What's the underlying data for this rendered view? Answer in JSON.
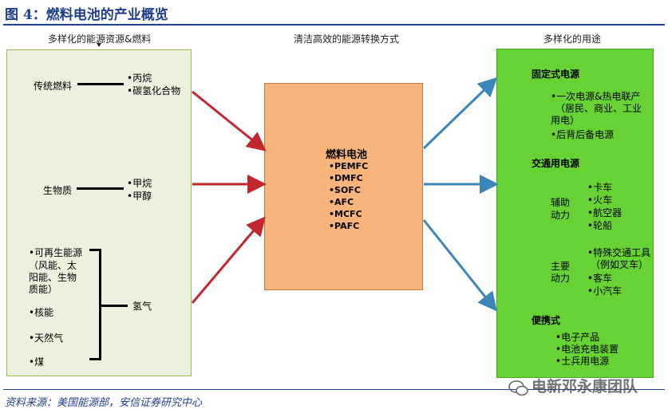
{
  "title": "图 4：燃料电池的产业概览",
  "columns": {
    "left": "多样化的能源资源&燃料",
    "middle": "清洁高效的能源转换方式",
    "right": "多样化的用途"
  },
  "left": {
    "traditional": {
      "label": "传统燃料",
      "items": [
        "•丙烷",
        "•碳氢化合物"
      ]
    },
    "biomass": {
      "label": "生物质",
      "items": [
        "•甲烷",
        "•甲醇"
      ]
    },
    "sources": {
      "renewable": [
        "•可再生能源",
        "（风能、太",
        "阳能、生物",
        "质能）"
      ],
      "nuclear": "•核能",
      "gas": "•天然气",
      "coal": "•煤"
    },
    "hydrogen": "氢气"
  },
  "middle": {
    "title": "燃料电池",
    "types": [
      "•PEMFC",
      "•DMFC",
      "•SOFC",
      "•AFC",
      "•MCFC",
      "•PAFC"
    ]
  },
  "right": {
    "stationary": {
      "title": "固定式电源",
      "items": [
        "•一次电源&热电联产",
        "（居民、商业、工业",
        "用电）",
        "•后背后备电源"
      ]
    },
    "transport": {
      "title": "交通用电源",
      "aux_label": [
        "辅助",
        "动力"
      ],
      "aux_items": [
        "•卡车",
        "•火车",
        "•航空器",
        "•轮船"
      ],
      "main_label": [
        "主要",
        "动力"
      ],
      "main_items": [
        "•特殊交通工具",
        "（例如叉车）",
        "•客车",
        "•小汽车"
      ]
    },
    "portable": {
      "title": "便携式",
      "items": [
        "•电子产品",
        "•电池充电装置",
        "•士兵用电源"
      ]
    }
  },
  "source": "资料来源：美国能源部，安信证券研究中心",
  "watermark": "电新邓永康团队",
  "colors": {
    "title_blue": "#1f3f8f",
    "left_fill": "#ebf1de",
    "middle_fill": "#f9b47c",
    "right_fill": "#66d234",
    "red_arrow": "#c0282d",
    "blue_arrow": "#3a86b8"
  }
}
